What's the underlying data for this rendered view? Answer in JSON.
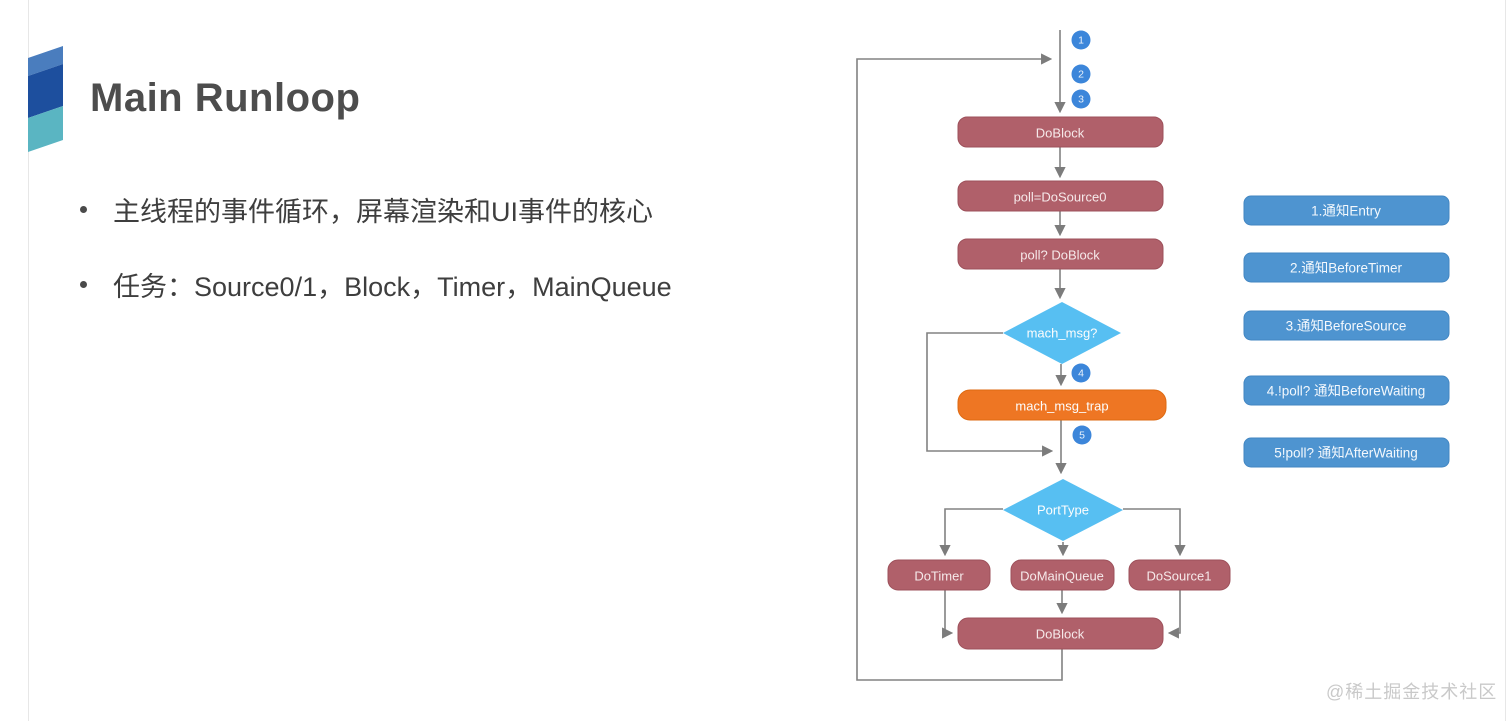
{
  "slide": {
    "title": "Main Runloop",
    "bullets": [
      "主线程的事件循环，屏幕渲染和UI事件的核心",
      "任务：Source0/1，Block，Timer，MainQueue"
    ],
    "watermark": "@稀土掘金技术社区"
  },
  "flowchart": {
    "steps": [
      "1",
      "2",
      "3",
      "4",
      "5"
    ],
    "nodes": {
      "do_block_top": "DoBlock",
      "poll_do_source0": "poll=DoSource0",
      "poll_do_block": "poll? DoBlock",
      "mach_msg": "mach_msg?",
      "mach_msg_trap": "mach_msg_trap",
      "port_type": "PortType",
      "do_timer": "DoTimer",
      "do_main_queue": "DoMainQueue",
      "do_source1": "DoSource1",
      "do_block_bottom": "DoBlock"
    },
    "notifications": [
      "1.通知Entry",
      "2.通知BeforeTimer",
      "3.通知BeforeSource",
      "4.!poll? 通知BeforeWaiting",
      "5!poll? 通知AfterWaiting"
    ],
    "colors": {
      "process": "#b0606a",
      "process_border": "#9d515b",
      "trap": "#ee7623",
      "trap_border": "#de6a12",
      "decision": "#57bff2",
      "step_circle": "#3c86da",
      "notification": "#4e94d0",
      "notification_border": "#4286c2",
      "line": "#828282"
    }
  }
}
